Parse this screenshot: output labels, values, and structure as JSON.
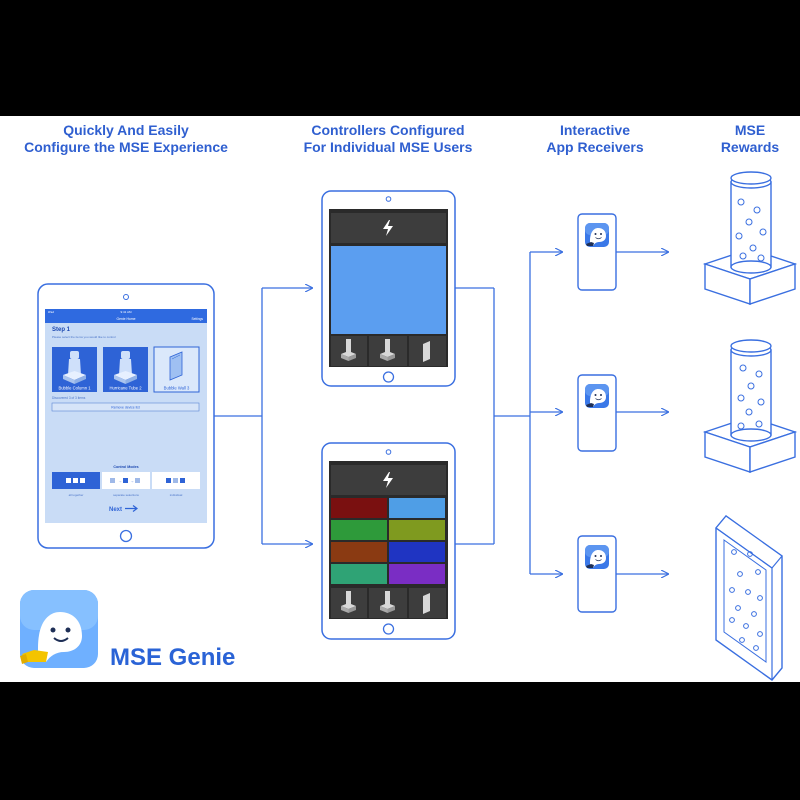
{
  "headings": {
    "col1": [
      "Quickly And Easily",
      "Configure the MSE Experience"
    ],
    "col2": [
      "Controllers Configured",
      "For Individual MSE Users"
    ],
    "col3": [
      "Interactive",
      "App Receivers"
    ],
    "col4": [
      "MSE",
      "Rewards"
    ]
  },
  "tablet": {
    "status_left": "iPad",
    "status_center": "9:41 AM",
    "nav_title": "Genie Home",
    "nav_action": "Settings",
    "step_title": "Step 1",
    "step_hint": "Please select the items you would like to control",
    "items": [
      "Bubble Column 1",
      "Hurricane Tube 2",
      "Bubble Wall 3"
    ],
    "discovered": "Discovered 3 of 3 items",
    "remove_button": "Remove device list",
    "control_modes_title": "Control Modes",
    "modes": [
      "all together",
      "separate selections",
      "individual"
    ],
    "next_label": "Next"
  },
  "brand": {
    "app_name": "MSE Genie"
  },
  "colors": {
    "accent": "#2f5fd0",
    "line": "#3a6fe0",
    "controller_bg": "#3a3a3a",
    "controller_screen": "#5b9ef0",
    "swatches": [
      "#7a1010",
      "#4f9ee6",
      "#2e9a3a",
      "#7f9a1f",
      "#8a3a12",
      "#1f34c2",
      "#2fa375",
      "#7a2dc4"
    ]
  },
  "icons": [
    "lightning-icon",
    "bubble-column-icon",
    "hurricane-tube-icon",
    "bubble-wall-icon",
    "genie-icon",
    "arrow-right-icon"
  ]
}
